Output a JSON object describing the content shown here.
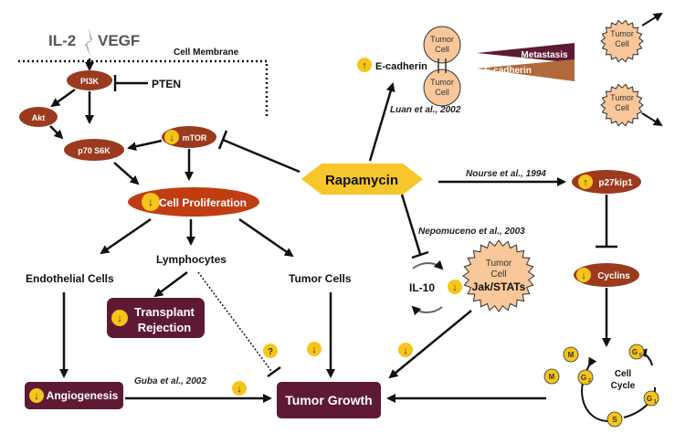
{
  "colors": {
    "oval": "#9b3a1c",
    "box": "#5e1a35",
    "yellow": "#f5c518",
    "hex": "#f7c62a",
    "cell": "#f8c89a",
    "metastasis": "#5e1a35",
    "ecadherin_bar": "#b06a3a"
  },
  "top": {
    "il2": "IL-2",
    "vegf": "VEGF",
    "membrane": "Cell Membrane"
  },
  "nodes": {
    "pi3k": "PI3K",
    "pten": "PTEN",
    "akt": "Akt",
    "p70": "p70 S6K",
    "mtor": "mTOR",
    "cell_prolif": "Cell Proliferation",
    "endothelial": "Endothelial Cells",
    "lymphocytes": "Lymphocytes",
    "tumor_cells": "Tumor Cells",
    "transplant_1": "Transplant",
    "transplant_2": "Rejection",
    "angiogenesis": "Angiogenesis",
    "tumor_growth": "Tumor Growth",
    "rapamycin": "Rapamycin",
    "ecadherin": "E-cadherin",
    "tumor": "Tumor",
    "cell": "Cell",
    "metastasis": "Metastasis",
    "ecadherin_bar": "E-cadherin",
    "p27": "p27kip1",
    "cyclins": "Cyclins",
    "il10": "IL-10",
    "jak": "Jak/STATs",
    "cell_cycle_1": "Cell",
    "cell_cycle_2": "Cycle",
    "phase_m": "M",
    "phase_g2": "G",
    "phase_g2_sub": "2",
    "phase_g1": "G",
    "phase_g1_sub": "1",
    "phase_g0": "G",
    "phase_g0_sub": "0",
    "phase_s": "S"
  },
  "citations": {
    "luan": "Luan et al., 2002",
    "nourse": "Nourse et al., 1994",
    "nepomuceno": "Nepomuceno et al., 2003",
    "guba": "Guba et al., 2002"
  },
  "icons": {
    "down": "↓",
    "up": "↑",
    "question": "?"
  }
}
